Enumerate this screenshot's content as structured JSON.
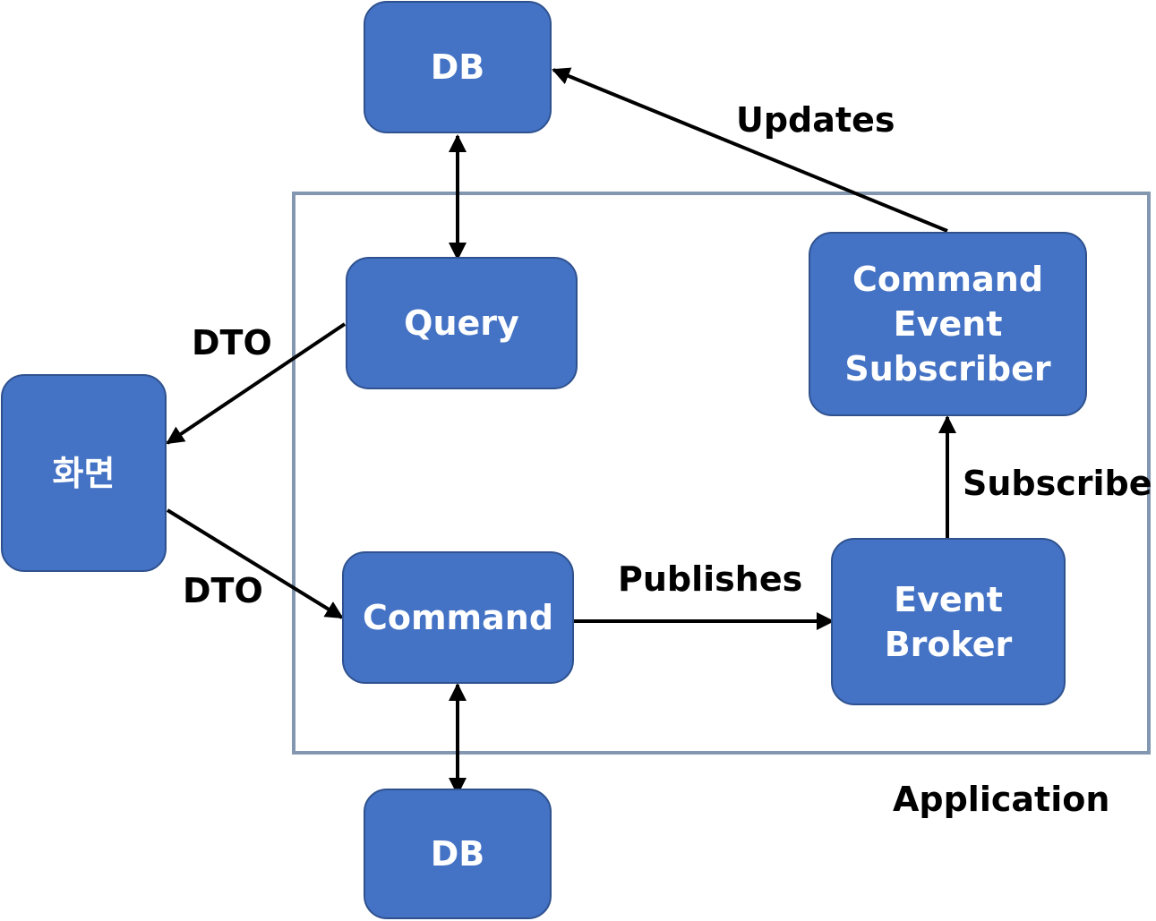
{
  "nodes": {
    "db_top": "DB",
    "query": "Query",
    "command": "Command",
    "db_bottom": "DB",
    "screen": "화면",
    "subscriber_line1": "Command",
    "subscriber_line2": "Event",
    "subscriber_line3": "Subscriber",
    "broker_line1": "Event",
    "broker_line2": "Broker"
  },
  "edges": {
    "updates": "Updates",
    "dto_from_query": "DTO",
    "dto_to_command": "DTO",
    "publishes": "Publishes",
    "subscribe": "Subscribe"
  },
  "container": {
    "label": "Application"
  },
  "colors": {
    "node_fill": "#4472c4",
    "node_border": "#2f528f",
    "frame": "#8497b0",
    "arrow": "#000000"
  }
}
